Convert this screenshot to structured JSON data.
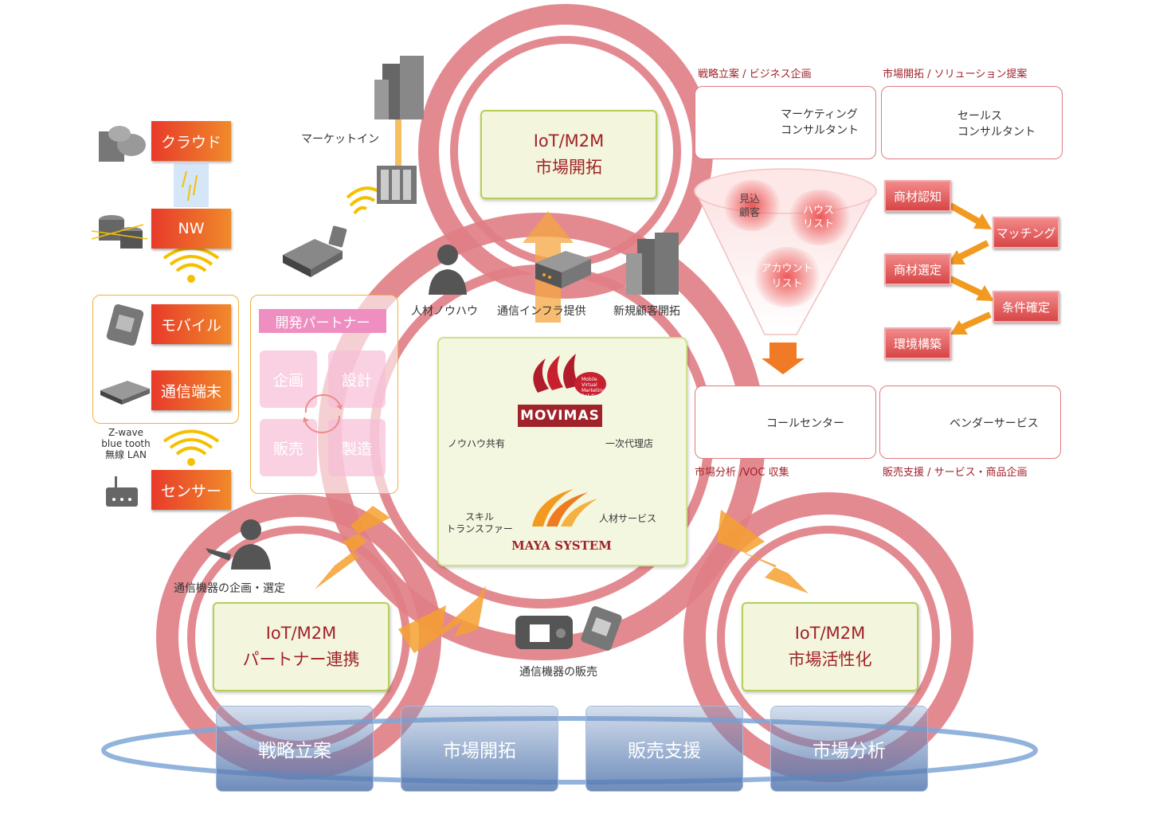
{
  "left_stack": {
    "cloud": "クラウド",
    "nw": "NW",
    "mobile": "モバイル",
    "terminal": "通信端末",
    "sensor": "センサー",
    "wireless_note": [
      "Z-wave",
      "blue tooth",
      "無線 LAN"
    ]
  },
  "market_in": "マーケットイン",
  "dev_partner": {
    "title": "開発パートナー",
    "quadrants": [
      "企画",
      "設計",
      "販売",
      "製造"
    ]
  },
  "top_labels": {
    "talent": "人材ノウハウ",
    "infra": "通信インフラ提供",
    "new_customer": "新規顧客開拓"
  },
  "iot_top": {
    "line1": "IoT/M2M",
    "line2": "市場開拓"
  },
  "iot_left": {
    "line1": "IoT/M2M",
    "line2": "パートナー連携"
  },
  "iot_right": {
    "line1": "IoT/M2M",
    "line2": "市場活性化"
  },
  "center": {
    "logo_top": "MOVIMAS",
    "logo_top_small": "Mobile Virtual Marketing Solution",
    "logo_bottom": "MAYA SYSTEM",
    "knowhow": "ノウハウ共有",
    "agency": "一次代理店",
    "skill_l1": "スキル",
    "skill_l2": "トランスファー",
    "hr": "人材サービス"
  },
  "left_caption": "通信機器の企画・選定",
  "bottom_caption": "通信機器の販売",
  "right": {
    "hdr_strategy": "戦略立案 / ビジネス企画",
    "hdr_market": "市場開拓 / ソリューション提案",
    "marketing_l1": "マーケティング",
    "marketing_l2": "コンサルタント",
    "sales_l1": "セールス",
    "sales_l2": "コンサルタント",
    "funnel": {
      "g1_l1": "見込",
      "g1_l2": "顧客",
      "g2_l1": "ハウス",
      "g2_l2": "リスト",
      "g3_l1": "アカウント",
      "g3_l2": "リスト"
    },
    "flow": [
      "商材認知",
      "マッチング",
      "商材選定",
      "条件確定",
      "環境構築"
    ],
    "callcenter": "コールセンター",
    "vendor": "ベンダーサービス",
    "ftr_market": "市場分析 /VOC 収集",
    "ftr_sales": "販売支援 / サービス・商品企画"
  },
  "bottom_bar": [
    "戦略立案",
    "市場開拓",
    "販売支援",
    "市場分析"
  ]
}
